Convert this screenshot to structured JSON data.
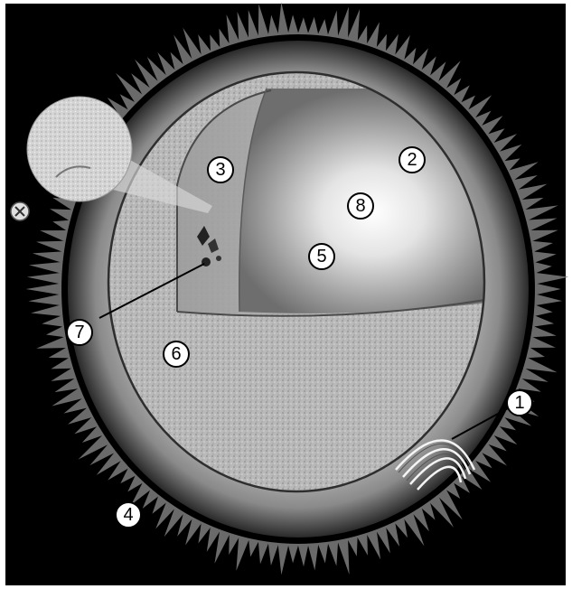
{
  "diagram": {
    "colors": {
      "background": "#000000",
      "corona": "#bdbdbd",
      "sphere_outline": "#3a3a3a",
      "core_highlight": "#ffffff",
      "marker_fill": "#ffffff",
      "marker_border": "#000000"
    },
    "labels": [
      {
        "id": "marker-1",
        "text": "1"
      },
      {
        "id": "marker-2",
        "text": "2"
      },
      {
        "id": "marker-3",
        "text": "3"
      },
      {
        "id": "marker-4",
        "text": "4"
      },
      {
        "id": "marker-5",
        "text": "5"
      },
      {
        "id": "marker-6",
        "text": "6"
      },
      {
        "id": "marker-7",
        "text": "7"
      },
      {
        "id": "marker-8",
        "text": "8"
      }
    ],
    "close_icon": "x-circle-icon"
  }
}
